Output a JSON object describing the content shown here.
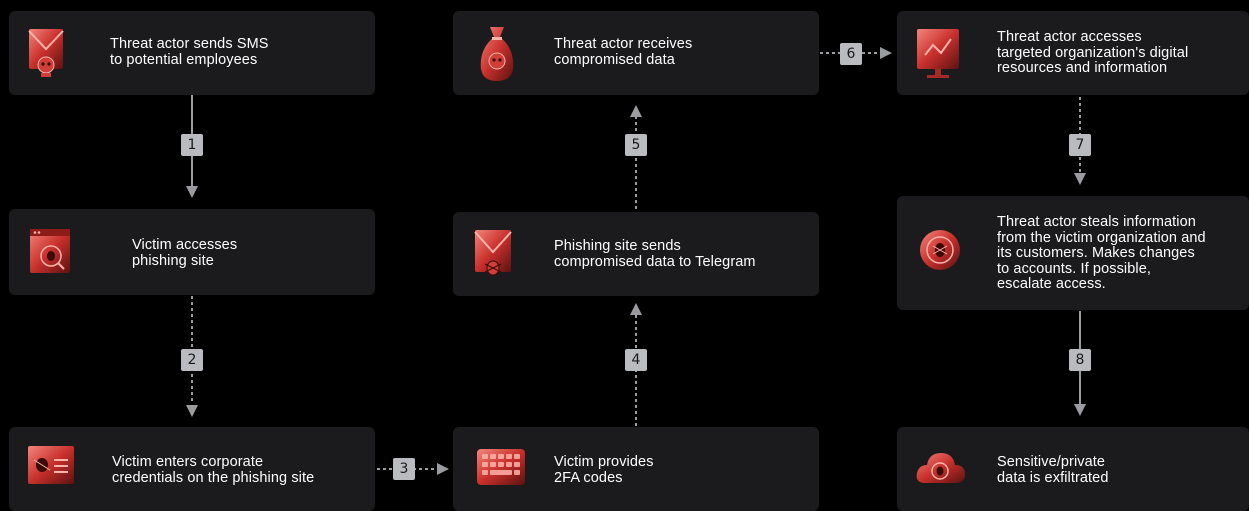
{
  "steps": [
    {
      "id": "sms",
      "text": "Threat actor sends SMS\nto potential employees",
      "icon": "envelope-skull-icon"
    },
    {
      "id": "access",
      "text": "Victim accesses\nphishing site",
      "icon": "browser-bug-icon"
    },
    {
      "id": "enter",
      "text": "Victim enters corporate\ncredentials on the phishing site",
      "icon": "form-bug-icon"
    },
    {
      "id": "twofa",
      "text": "Victim provides\n2FA codes",
      "icon": "keyboard-icon"
    },
    {
      "id": "telegram",
      "text": "Phishing site sends\ncompromised data to Telegram",
      "icon": "envelope-bug-icon"
    },
    {
      "id": "receive",
      "text": "Threat actor receives\ncompromised data",
      "icon": "money-bag-skull-icon"
    },
    {
      "id": "resources",
      "text": "Threat actor accesses\ntargeted organization's digital\nresources and information",
      "icon": "monitor-chart-icon"
    },
    {
      "id": "steals",
      "text": "Threat actor steals information\nfrom the victim organization and\nits customers. Makes changes\nto accounts. If possible,\nescalate access.",
      "icon": "bug-target-icon"
    },
    {
      "id": "exfil",
      "text": "Sensitive/private\ndata is exfiltrated",
      "icon": "cloud-bug-icon"
    }
  ],
  "arrows": [
    "1",
    "2",
    "3",
    "4",
    "5",
    "6",
    "7",
    "8"
  ],
  "colors": {
    "card": "#1b1b1d",
    "accent": "#e0453f",
    "badge": "#b9bbbf",
    "line": "#9a9ca0"
  }
}
